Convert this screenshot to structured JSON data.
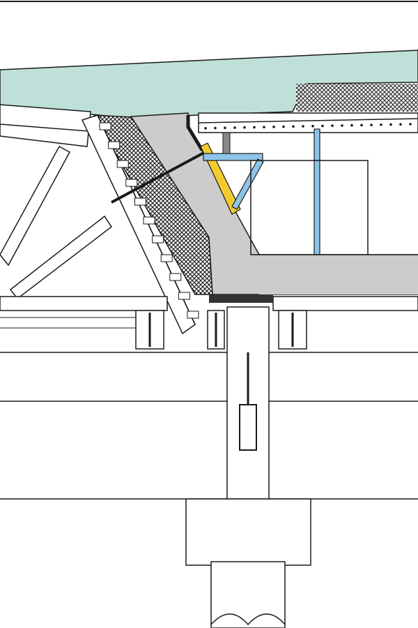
{
  "diagram": {
    "type": "formwork cross-section drawing",
    "colors": {
      "slab": "#bfe0d8",
      "concrete": "#cccccc",
      "line": "#1a1a1a",
      "bracket": "#f2cc2e",
      "prop": "#8ec4e8",
      "background": "#ffffff"
    },
    "icons": [
      "formwork-panel",
      "steel-beam",
      "prop",
      "bracket",
      "hatched-insulation"
    ]
  }
}
